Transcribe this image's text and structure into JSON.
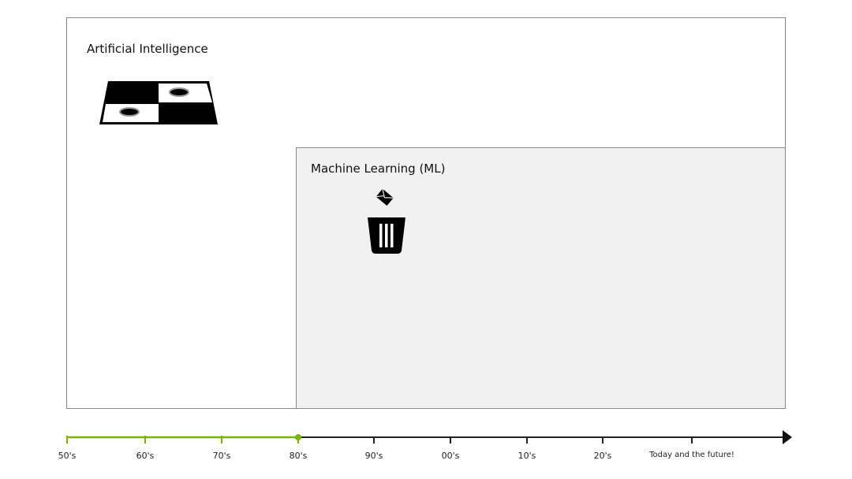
{
  "ai": {
    "title": "Artificial Intelligence",
    "icon": "checkers-board-icon"
  },
  "ml": {
    "title": "Machine Learning (ML)",
    "icons": [
      "envelope-icon",
      "trash-bin-icon"
    ]
  },
  "timeline": {
    "labels": [
      "50's",
      "60's",
      "70's",
      "80's",
      "90's",
      "00's",
      "10's",
      "20's",
      "Today and the future!"
    ],
    "progress_label": "80's",
    "colors": {
      "progress": "#76b900",
      "rest": "#222222"
    }
  }
}
